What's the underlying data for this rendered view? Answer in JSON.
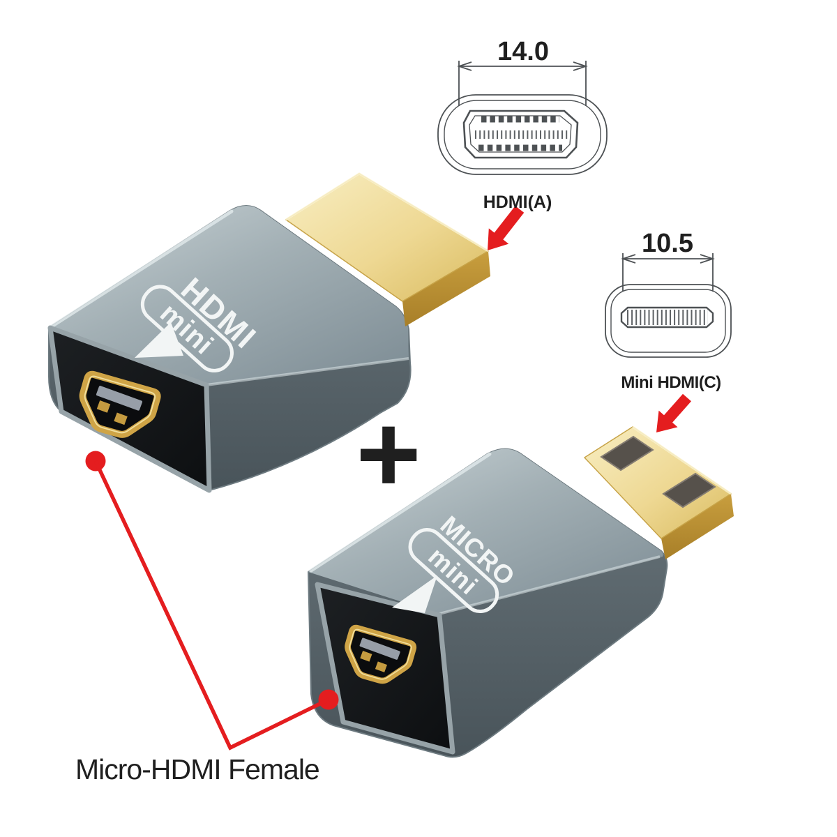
{
  "drawings": {
    "hdmi_a": {
      "dimension": "14.0",
      "label": "HDMI(A)"
    },
    "mini_c": {
      "dimension": "10.5",
      "label": "Mini HDMI(C)"
    }
  },
  "adapter_top": {
    "brand_line1": "HDMI",
    "brand_line2": "mini"
  },
  "adapter_bottom": {
    "brand_line1": "MICRO",
    "brand_line2": "mini"
  },
  "plus_sign": "+",
  "callout": {
    "label": "Micro-HDMI Female"
  },
  "colors": {
    "annotation_red": "#E41D1F",
    "label_black": "#1F1F1F",
    "line_art": "#4D5154",
    "text_white": "#F2F5F5",
    "gold_light": "#F7EDBB",
    "gold_dark": "#A87F28",
    "body_gray": "#9AA7AC",
    "face_black": "#141619"
  }
}
